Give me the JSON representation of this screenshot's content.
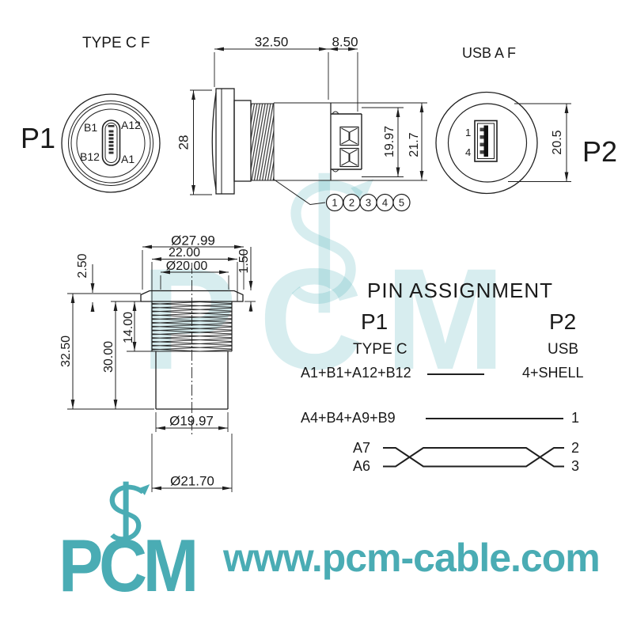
{
  "views": {
    "type_c_front": {
      "title": "TYPE C F",
      "port_label": "P1",
      "pin_top_left": "B1",
      "pin_top_right": "A12",
      "pin_bottom_left": "B12",
      "pin_bottom_right": "A1"
    },
    "side": {
      "dim_length": "32.50",
      "dim_usb_length": "8.50",
      "dim_flange_od": "28",
      "dim_body_od": "19.97",
      "dim_shoulder_od": "21.7",
      "balloons": [
        "1",
        "2",
        "3",
        "4",
        "5"
      ]
    },
    "usb_a_front": {
      "title": "USB A F",
      "port_label": "P2",
      "pin_top": "1",
      "pin_bottom": "4",
      "dim_opening": "20.5"
    },
    "cross_section": {
      "dim_flange_diameter": "Ø27.99",
      "dim_thread_od": "22.00",
      "dim_bore_diameter": "Ø20.00",
      "dim_face_height": "2.50",
      "dim_flange_thickness": "1.50",
      "dim_total_length": "32.50",
      "dim_body_length": "30.00",
      "dim_thread_length": "14.00",
      "dim_tube_diameter": "Ø19.97",
      "dim_sleeve_diameter": "Ø21.70"
    }
  },
  "pin_assignment": {
    "title": "PIN  ASSIGNMENT",
    "p1": {
      "header": "P1",
      "sub": "TYPE C"
    },
    "p2": {
      "header": "P2",
      "sub": "USB"
    },
    "rows": [
      {
        "p1": "A1+B1+A12+B12",
        "p2": "4+SHELL"
      },
      {
        "p1": "A4+B4+A9+B9",
        "p2": "1"
      },
      {
        "p1": "A7",
        "p2": "2"
      },
      {
        "p1": "A6",
        "p2": "3"
      }
    ]
  },
  "branding": {
    "logo_text": "PCM",
    "website": "www.pcm-cable.com",
    "brand_color": "#4aacb4"
  },
  "watermark_text": "PCM"
}
